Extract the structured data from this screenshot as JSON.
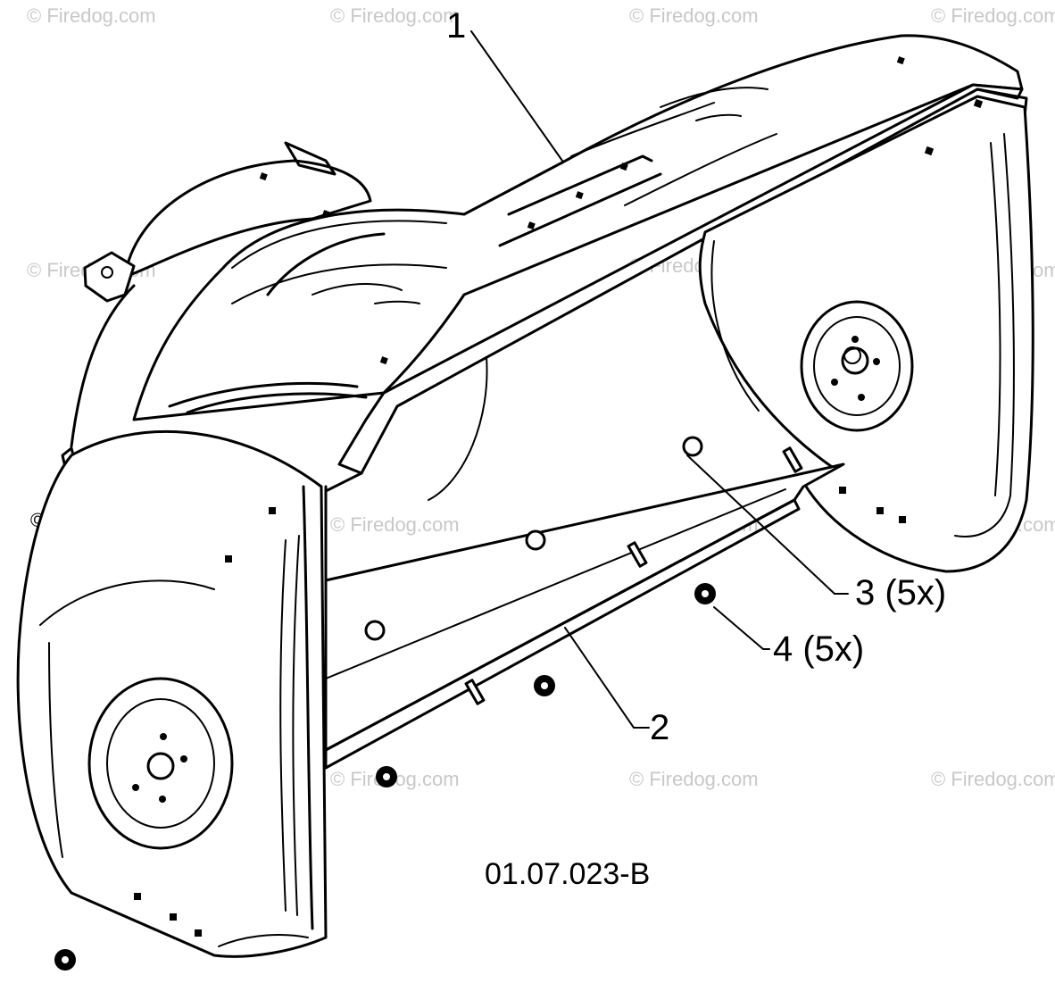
{
  "callouts": [
    {
      "id": "1",
      "label": "1"
    },
    {
      "id": "2",
      "label": "2"
    },
    {
      "id": "3",
      "label": "3 (5x)"
    },
    {
      "id": "4",
      "label": "4 (5x)"
    }
  ],
  "drawing_code": "01.07.023-B",
  "watermark": "© Firedog.com",
  "colors": {
    "line": "#000000",
    "background": "#ffffff",
    "watermark": "#c8c8c8"
  }
}
